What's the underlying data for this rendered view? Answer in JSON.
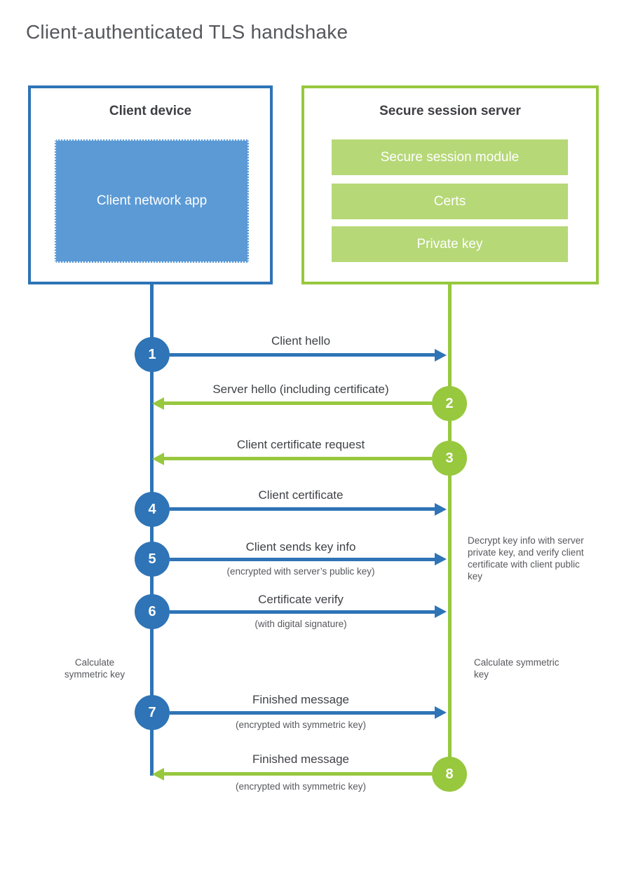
{
  "title": "Client-authenticated TLS handshake",
  "colors": {
    "blue": "#2e74b6",
    "blue_fill": "#5b9ad5",
    "green": "#97c83e",
    "green_fill": "#b6d877"
  },
  "client": {
    "title": "Client device",
    "app_label": "Client network app"
  },
  "server": {
    "title": "Secure session server",
    "modules": [
      "Secure session module",
      "Certs",
      "Private key"
    ]
  },
  "messages": [
    {
      "num": "1",
      "label": "Client hello",
      "direction": "right"
    },
    {
      "num": "2",
      "label": "Server hello (including certificate)",
      "direction": "left"
    },
    {
      "num": "3",
      "label": "Client certificate request",
      "direction": "left"
    },
    {
      "num": "4",
      "label": "Client certificate",
      "direction": "right"
    },
    {
      "num": "5",
      "label": "Client sends key info",
      "sublabel": "(encrypted with server’s public key)",
      "direction": "right"
    },
    {
      "num": "6",
      "label": "Certificate verify",
      "sublabel": "(with digital signature)",
      "direction": "right"
    },
    {
      "num": "7",
      "label": "Finished message",
      "sublabel": "(encrypted with symmetric key)",
      "direction": "right"
    },
    {
      "num": "8",
      "label": "Finished message",
      "sublabel": "(encrypted with symmetric key)",
      "direction": "left"
    }
  ],
  "annotations": {
    "server_note": "Decrypt key info with server private key, and verify client certificate with client public key",
    "client_calc": "Calculate symmetric key",
    "server_calc": "Calculate symmetric key"
  }
}
